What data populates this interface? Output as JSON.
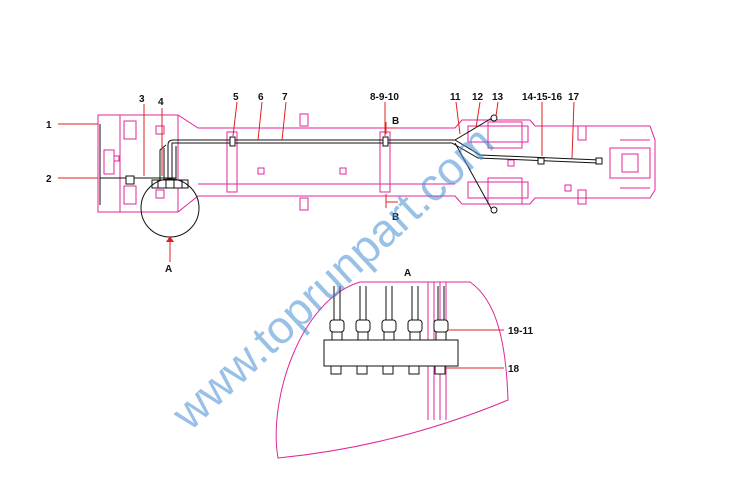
{
  "callouts": {
    "c1": "1",
    "c2": "2",
    "c3": "3",
    "c4": "4",
    "c5": "5",
    "c6": "6",
    "c7": "7",
    "c8_10": "8-9-10",
    "c11": "11",
    "c12": "12",
    "c13": "13",
    "c14_16": "14-15-16",
    "c17": "17",
    "c19_11": "19-11",
    "c18": "18"
  },
  "section_labels": {
    "b_top": "B",
    "b_bottom": "B",
    "a_main": "A",
    "a_detail": "A"
  },
  "watermark": "www.toprunpart.com",
  "colors": {
    "frame": "#e0269a",
    "line": "#111111",
    "leader": "#e02020",
    "watermark": "#468cd2"
  }
}
